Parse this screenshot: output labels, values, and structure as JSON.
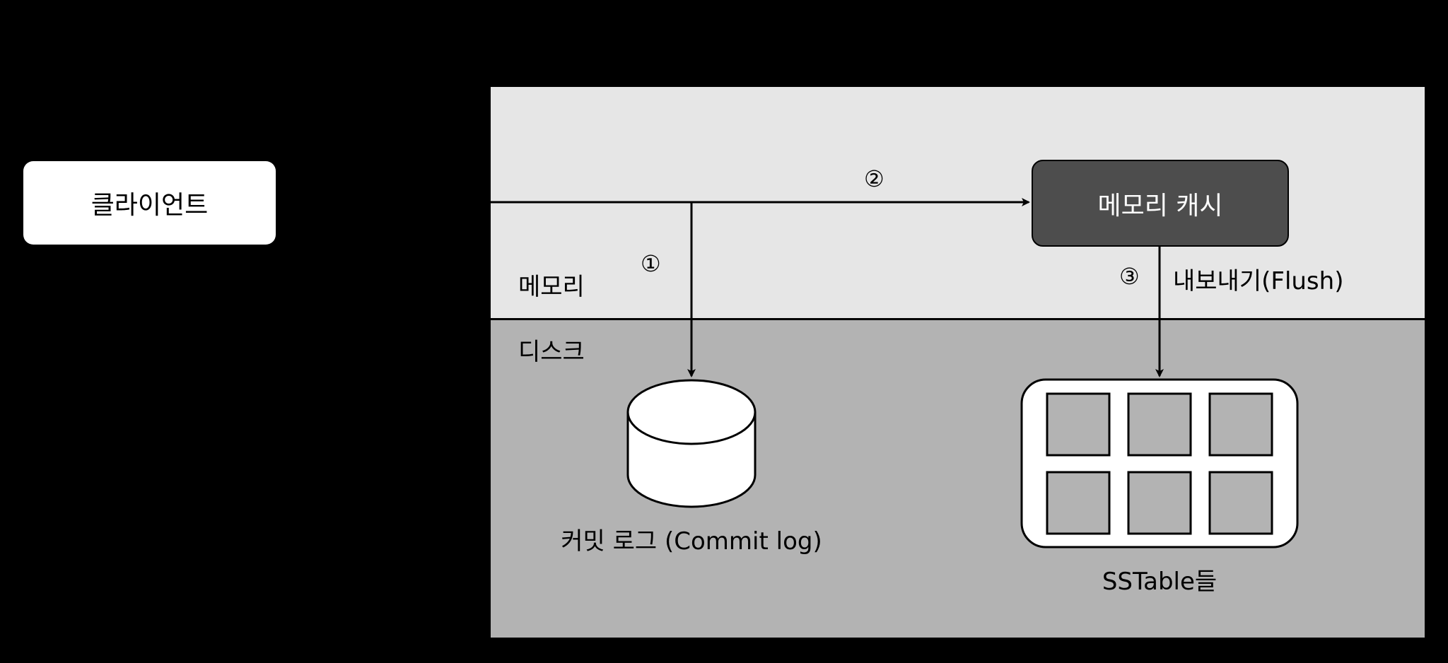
{
  "client": {
    "label": "클라이언트"
  },
  "zones": {
    "memory": {
      "label": "메모리",
      "color": "#e6e6e6"
    },
    "disk": {
      "label": "디스크",
      "color": "#b3b3b3"
    }
  },
  "memory_cache": {
    "label": "메모리 캐시",
    "color": "#4d4d4d"
  },
  "commit_log": {
    "label": "커밋 로그 (Commit log)"
  },
  "sstables": {
    "label": "SSTable들",
    "count": 6
  },
  "steps": [
    {
      "marker": "①",
      "target": "commit_log"
    },
    {
      "marker": "②",
      "target": "memory_cache"
    },
    {
      "marker": "③",
      "target": "sstables",
      "label": "내보내기(Flush)"
    }
  ]
}
